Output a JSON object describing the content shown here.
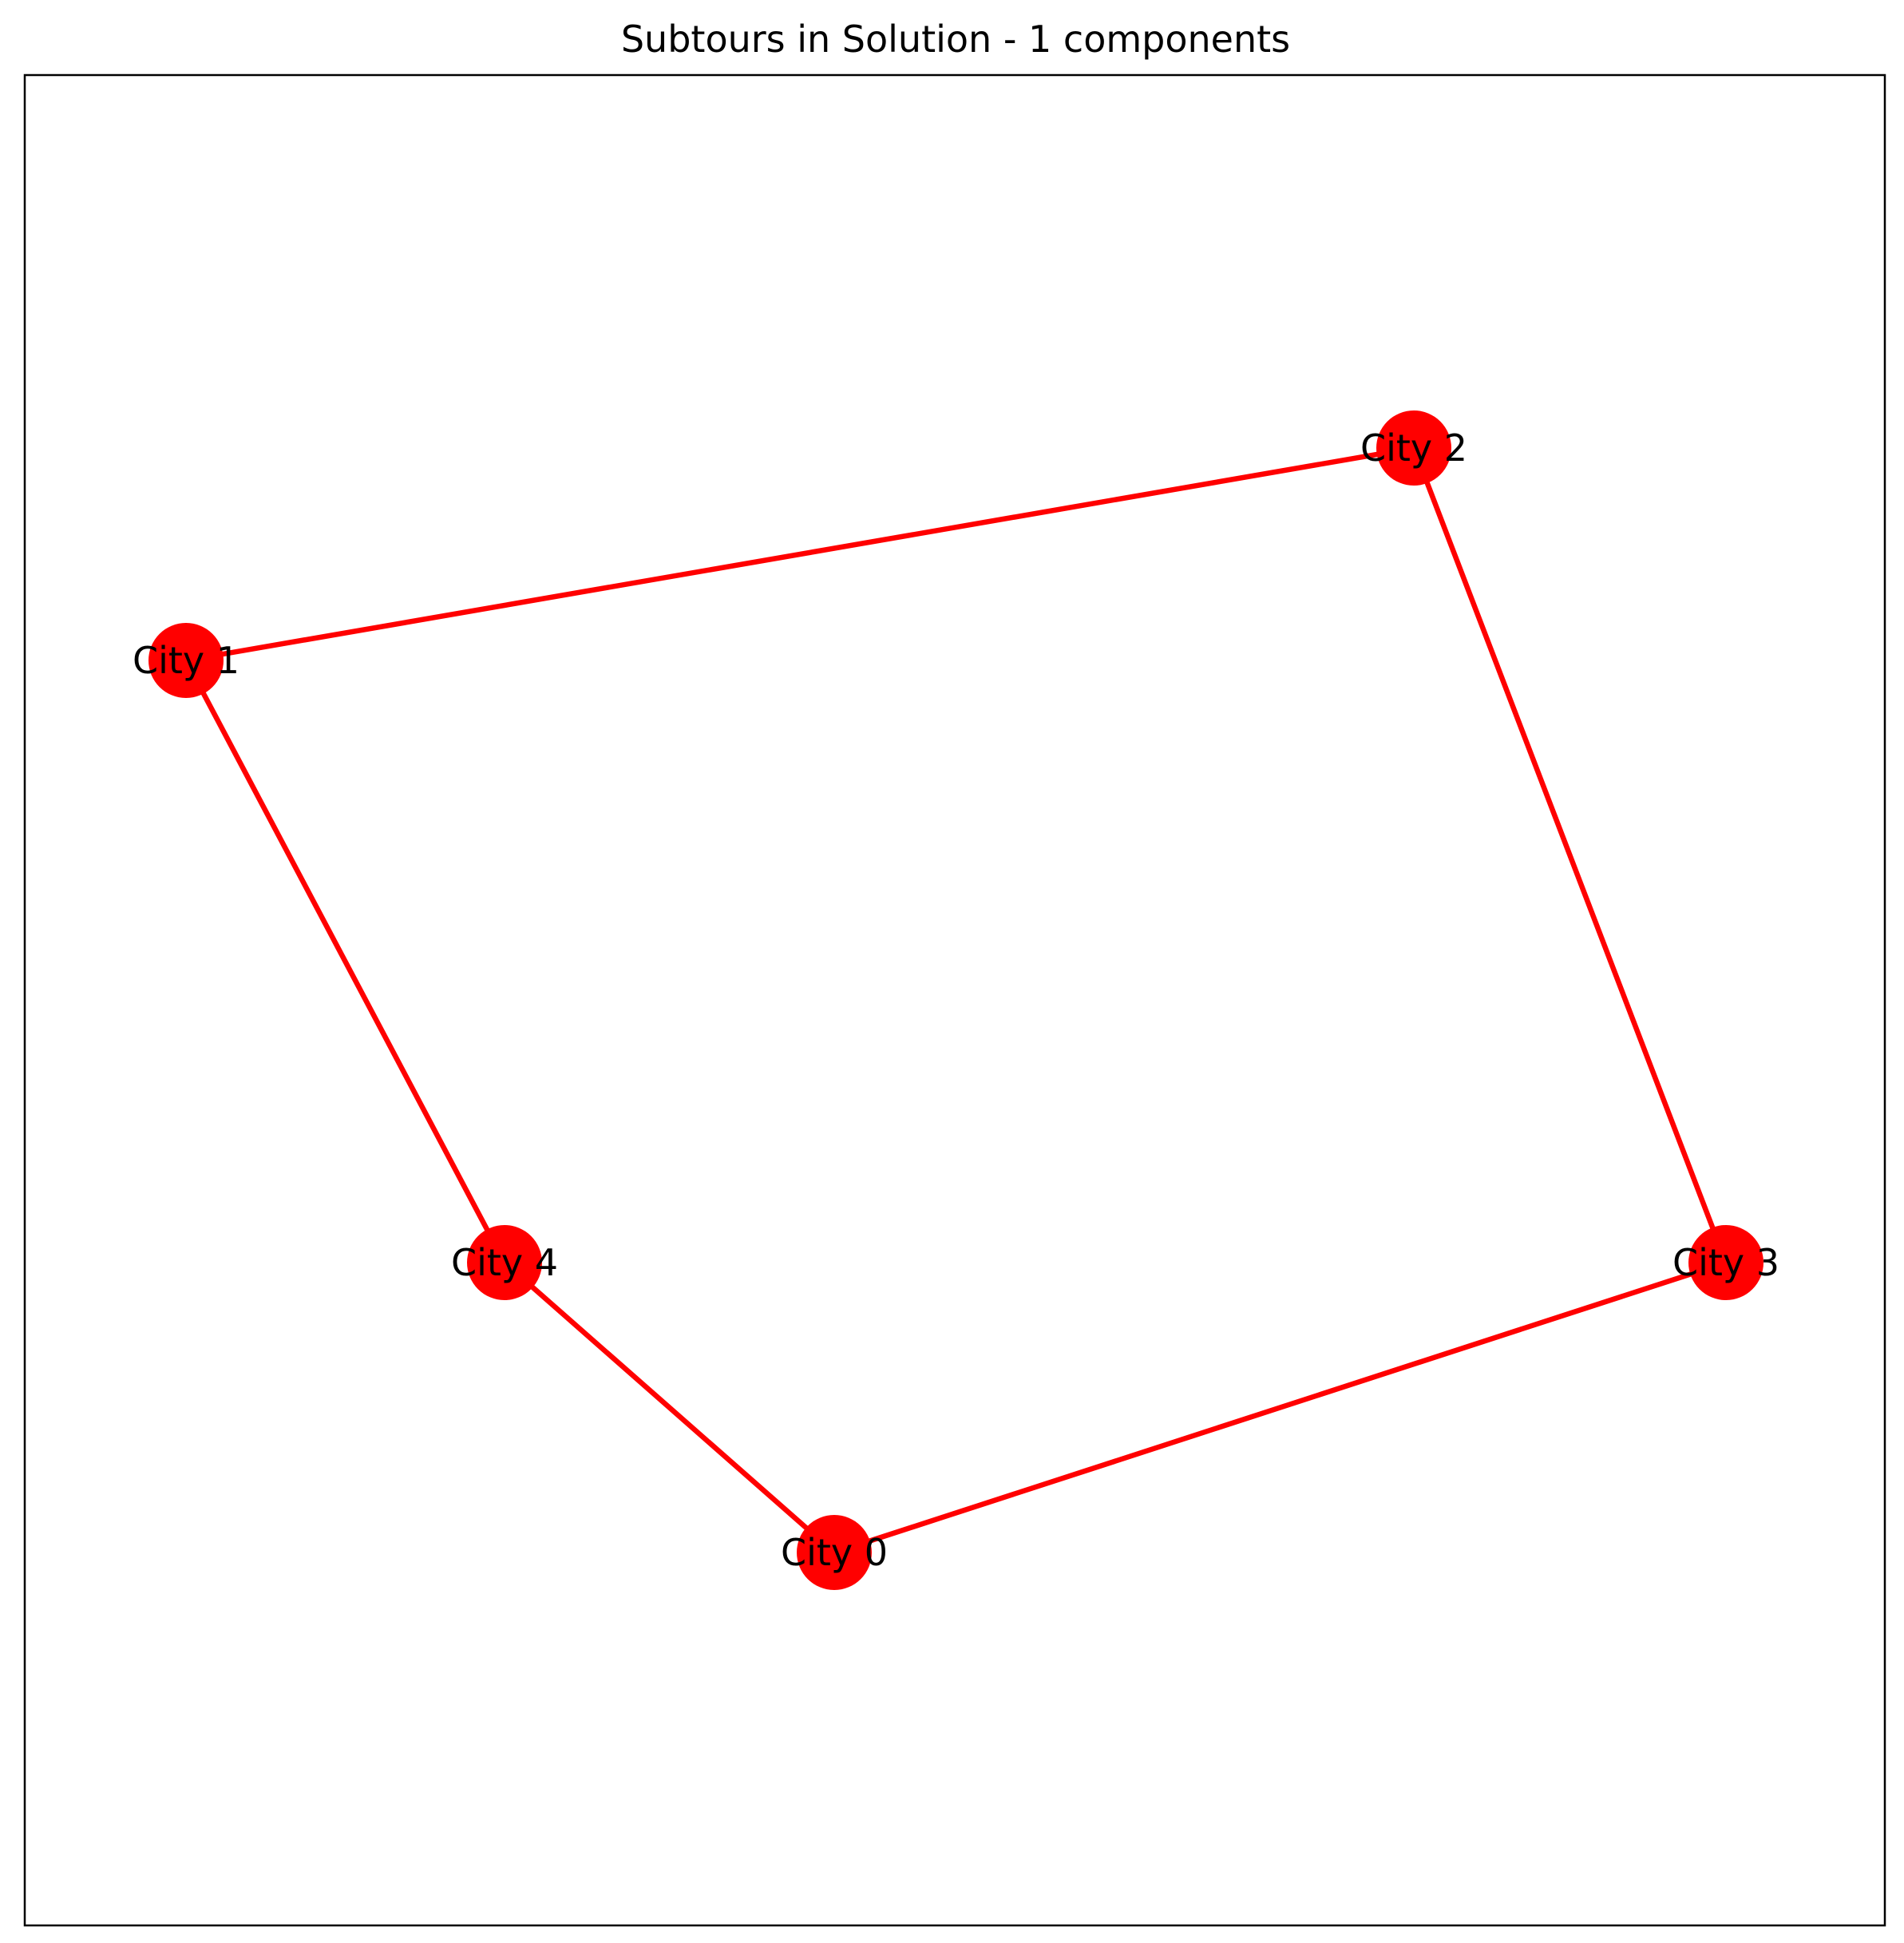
{
  "figure": {
    "title": "Subtours in Solution - 1 components"
  },
  "graph": {
    "node_color": "#ff0000",
    "edge_color": "#ff0000",
    "nodes": [
      {
        "id": "0",
        "label": "City 0"
      },
      {
        "id": "1",
        "label": "City 1"
      },
      {
        "id": "2",
        "label": "City 2"
      },
      {
        "id": "3",
        "label": "City 3"
      },
      {
        "id": "4",
        "label": "City 4"
      }
    ],
    "edges": [
      {
        "from": "1",
        "to": "2"
      },
      {
        "from": "2",
        "to": "3"
      },
      {
        "from": "3",
        "to": "0"
      },
      {
        "from": "0",
        "to": "4"
      },
      {
        "from": "4",
        "to": "1"
      }
    ]
  }
}
